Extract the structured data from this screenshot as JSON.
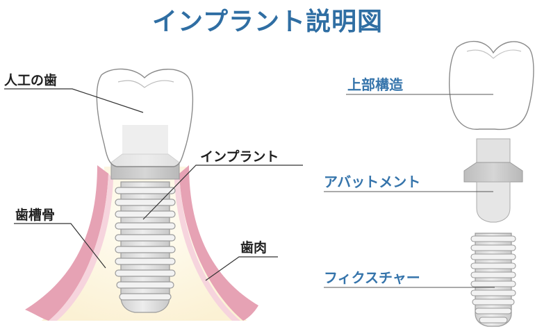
{
  "title": "インプラント説明図",
  "left_labels": {
    "artificial_tooth": "人工の歯",
    "implant": "インプラント",
    "alveolar_bone": "歯槽骨",
    "gum": "歯肉"
  },
  "right_labels": {
    "superstructure": "上部構造",
    "abutment": "アバットメント",
    "fixture": "フィクスチャー"
  },
  "colors": {
    "title": "#2f6ea3",
    "blue_label": "#3574ab",
    "gum_pink": "#e6a2b4",
    "bone_cream": "#fdf6e0",
    "metal_gray": "#d8d8d8",
    "crown_white": "#ffffff"
  }
}
